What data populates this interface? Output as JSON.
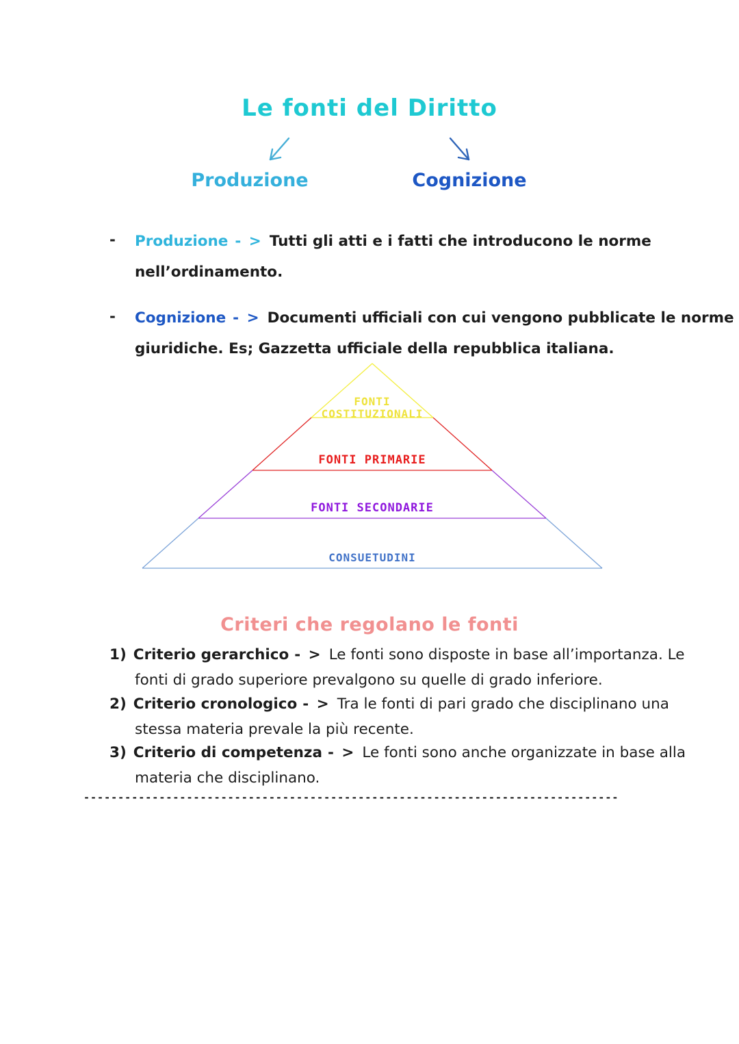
{
  "title": {
    "text": "Le fonti del Diritto",
    "color": "#1ec9d2"
  },
  "arrows": {
    "left_icon": "arrow-down-left",
    "left_color": "#45aed6",
    "right_icon": "arrow-down-right",
    "right_color": "#2e64b8"
  },
  "branches": {
    "left": {
      "label": "Produzione",
      "color": "#35b0dc"
    },
    "right": {
      "label": "Cognizione",
      "color": "#1d57c4"
    }
  },
  "bullets": [
    {
      "dash": "-",
      "term": "Produzione",
      "term_color": "#2fb4dc",
      "arrow": "- >",
      "line1": "Tutti gli atti e i fatti che introducono le norme",
      "line2": "nell’ordinamento."
    },
    {
      "dash": "-",
      "term": "Cognizione",
      "term_color": "#1d57c4",
      "arrow": "- >",
      "line1": "Documenti ufficiali con cui vengono pubblicate le norme",
      "line2": "giuridiche. Es; Gazzetta ufficiale della repubblica italiana."
    }
  ],
  "pyramid": {
    "levels": [
      {
        "label": "FONTI\nCOSTITUZIONALI",
        "color": "#eee23a",
        "line_color": "#f3ee3e"
      },
      {
        "label": "FONTI PRIMARIE",
        "color": "#e81d1d",
        "line_color": "#e02424"
      },
      {
        "label": "FONTI SECONDARIE",
        "color": "#8f17dd",
        "line_color": "#9a41d8"
      },
      {
        "label": "CONSUETUDINI",
        "color": "#4273c8",
        "line_color": "#7ba3d8"
      }
    ]
  },
  "criteria": {
    "heading": {
      "text": "Criteri che regolano le fonti",
      "color": "#f19090"
    },
    "items": [
      {
        "num": "1)",
        "head": "Criterio gerarchico",
        "arrow": "- >",
        "line1": "Le fonti sono disposte in base all’importanza. Le",
        "line2": "fonti di grado superiore prevalgono su quelle di grado inferiore."
      },
      {
        "num": "2)",
        "head": "Criterio cronologico",
        "arrow": "- >",
        "line1": "Tra le fonti di pari grado che disciplinano una",
        "line2": "stessa materia prevale la più recente."
      },
      {
        "num": "3)",
        "head": "Criterio di competenza",
        "arrow": "- >",
        "line1": "Le fonti sono anche organizzate in base alla",
        "line2": "materia che disciplinano."
      }
    ]
  },
  "divider": {
    "dashes": "--------------------------------------------------------------------------------------------"
  }
}
